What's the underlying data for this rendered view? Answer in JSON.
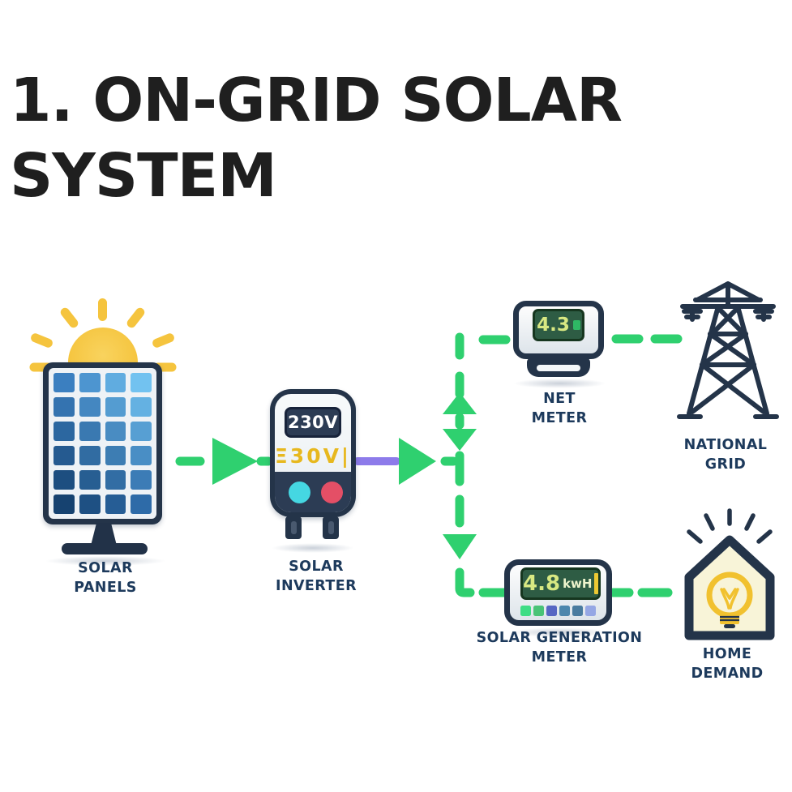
{
  "title": "1. ON-GRID SOLAR SYSTEM",
  "colors": {
    "accent_green": "#2fd06f",
    "accent_purple": "#8d7bea",
    "outline_navy": "#243449",
    "label_navy": "#1d3a5c",
    "title_black": "#1f1f1f",
    "sun_yellow": "#f5c43e",
    "display_green_bg": "#2e5c44",
    "display_digit": "#d8e882",
    "house_fill": "#f8f4d8",
    "bulb_yellow": "#f1c12f",
    "button_cyan": "#45d7e2",
    "button_red": "#e44f66"
  },
  "nodes": {
    "solar_panels": {
      "label_line1": "SOLAR",
      "label_line2": "PANELS"
    },
    "solar_inverter": {
      "label_line1": "SOLAR",
      "label_line2": "INVERTER",
      "display": "230V",
      "display_secondary": "Ξ30V|"
    },
    "net_meter": {
      "label_line1": "NET",
      "label_line2": "METER",
      "reading": "4.3"
    },
    "national_grid": {
      "label_line1": "NATIONAL",
      "label_line2": "GRID"
    },
    "solar_generation_meter": {
      "label_line1": "SOLAR GENERATION",
      "label_line2": "METER",
      "reading": "4.8",
      "unit": "kwH"
    },
    "home_demand": {
      "label_line1": "HOME",
      "label_line2": "DEMAND"
    }
  }
}
